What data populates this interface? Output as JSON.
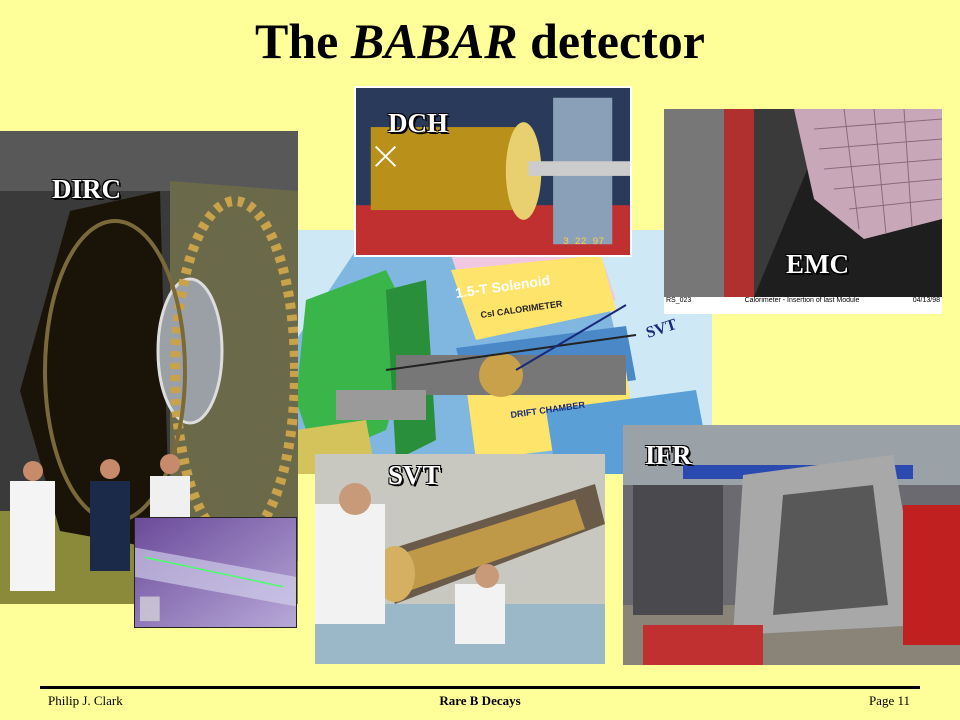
{
  "slide": {
    "title_prefix": "The ",
    "title_italic": "BABAR",
    "title_suffix": " detector"
  },
  "labels": {
    "dirc": "DIRC",
    "dch": "DCH",
    "emc": "EMC",
    "ifr": "IFR",
    "svt": "SVT"
  },
  "diagram": {
    "solenoid": "1.5-T Solenoid",
    "calorimeter": "CsI CALORIMETER",
    "svt": "SVT",
    "drift_chamber": "DRIFT CHAMBER"
  },
  "emc_caption": {
    "left": "RS_023",
    "center": "Calorimeter - Insertion of last Module",
    "right": "04/13/98"
  },
  "dch_stamp": "3 22 97",
  "footer": {
    "author": "Philip J. Clark",
    "talk": "Rare B Decays",
    "page": "Page 11"
  }
}
